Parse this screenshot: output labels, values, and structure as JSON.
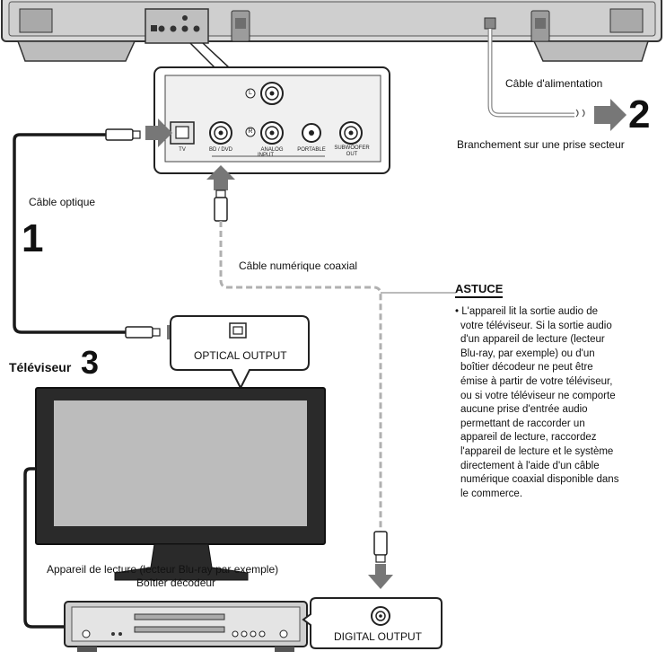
{
  "labels": {
    "power_cable": "Câble d'alimentation",
    "outlet": "Branchement sur une prise secteur",
    "optical_cable": "Câble optique",
    "coaxial_cable": "Câble numérique coaxial",
    "tv": "Téléviseur",
    "optical_output": "OPTICAL OUTPUT",
    "digital_output": "DIGITAL OUTPUT",
    "player_line1": "Appareil de lecture (lecteur Blu-ray par exemple)",
    "player_line2": "Boîtier décodeur"
  },
  "steps": {
    "one": "1",
    "two": "2",
    "three": "3"
  },
  "panel": {
    "tv": "TV",
    "bd_dvd": "BD / DVD",
    "analog": "ANALOG",
    "portable": "PORTABLE",
    "subwoofer_line1": "SUBWOOFER",
    "subwoofer_line2": "OUT",
    "input": "INPUT",
    "left": "L",
    "right": "R"
  },
  "tip": {
    "title": "ASTUCE",
    "lines": [
      "• L'appareil lit la sortie audio de",
      "votre téléviseur. Si la sortie audio",
      "d'un appareil de lecture (lecteur",
      "Blu-ray, par exemple) ou d'un",
      "boîtier décodeur ne peut être",
      "émise à partir de votre téléviseur,",
      "ou si votre téléviseur ne comporte",
      "aucune prise d'entrée audio",
      "permettant de raccorder un",
      "appareil de lecture, raccordez",
      "l'appareil de lecture et le système",
      "directement à l'aide d'un câble",
      "numérique coaxial disponible dans",
      "le commerce."
    ]
  }
}
